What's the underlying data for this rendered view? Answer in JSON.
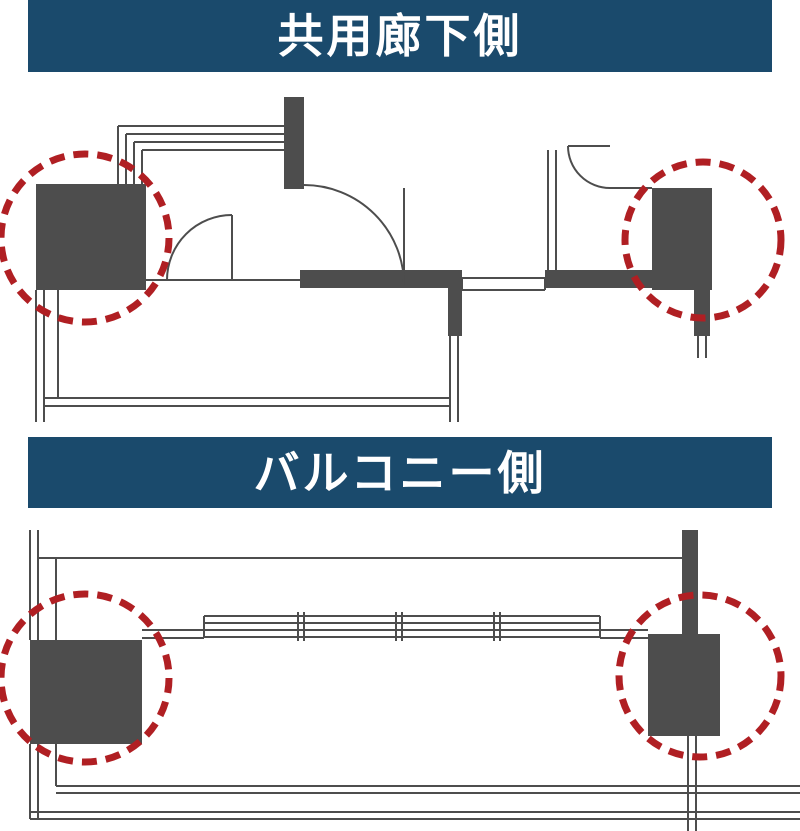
{
  "page": {
    "background": "#ffffff"
  },
  "colors": {
    "header_bg": "#1a4a6c",
    "header_text": "#ffffff",
    "wall": "#4d4d4d",
    "line": "#4d4d4d",
    "highlight": "#b01f23"
  },
  "sections": [
    {
      "id": "corridor",
      "title": "共用廊下側"
    },
    {
      "id": "balcony",
      "title": "バルコニー側"
    }
  ]
}
